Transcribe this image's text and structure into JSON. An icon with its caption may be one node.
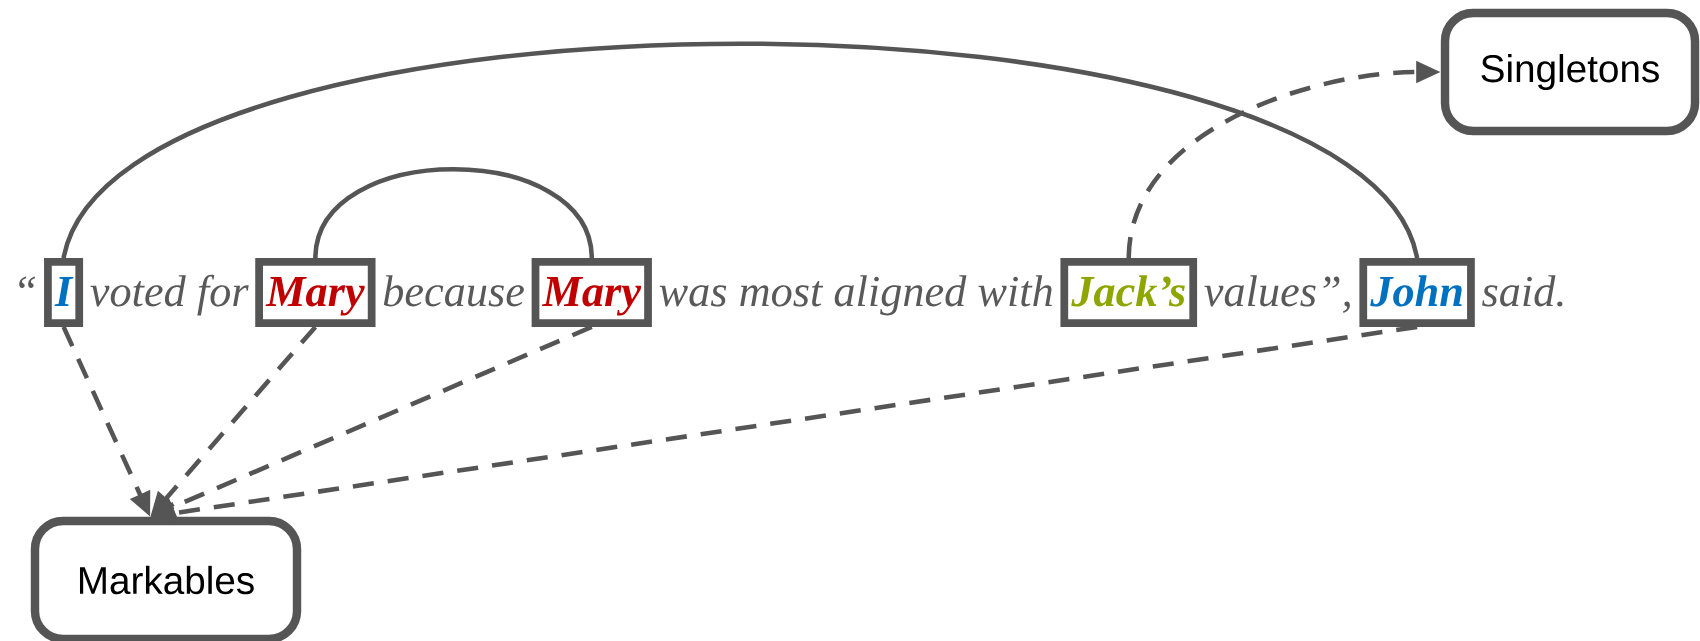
{
  "diagram": {
    "nodes": [
      {
        "text": [
          "I"
        ]
      },
      {
        "text": [
          "Mary"
        ]
      },
      {
        "text": [
          "Mary"
        ]
      },
      {
        "text": [
          "Jack’s"
        ]
      },
      {
        "text": [
          "John"
        ]
      },
      {
        "text": [
          "Singletons"
        ]
      },
      {
        "text": [
          "Markables"
        ]
      }
    ],
    "edges": [
      {
        "from": 0,
        "to": 4,
        "arrow": "none"
      },
      {
        "from": 1,
        "to": 2,
        "arrow": "none"
      },
      {
        "from": 3,
        "to": 5,
        "arrow": "to",
        "style": "dashed"
      },
      {
        "from": 0,
        "to": 6,
        "arrow": "to",
        "style": "dashed"
      },
      {
        "from": 1,
        "to": 6,
        "arrow": "to",
        "style": "dashed"
      },
      {
        "from": 2,
        "to": 6,
        "arrow": "to",
        "style": "dashed"
      },
      {
        "from": 4,
        "to": 6,
        "arrow": "to",
        "style": "dashed"
      }
    ],
    "labels": [
      "“",
      "voted for",
      "because",
      "was most aligned with",
      "values”,",
      "said."
    ]
  }
}
